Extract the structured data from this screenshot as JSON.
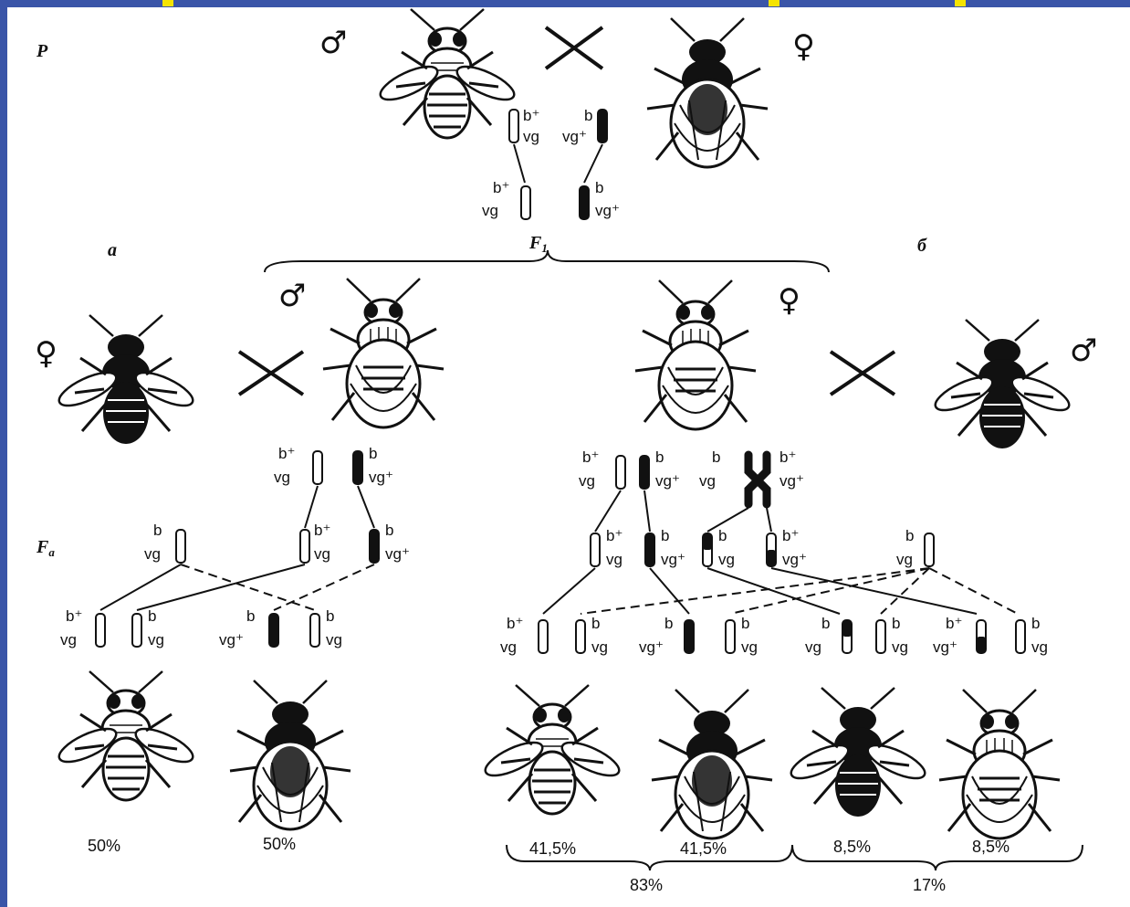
{
  "labels": {
    "parental": "P",
    "f1": "F",
    "f1_sub": "1",
    "fa": "F",
    "fa_sub": "a",
    "cross_a": "а",
    "cross_b": "б"
  },
  "symbols": {
    "male": "♂",
    "female": "♀"
  },
  "alleles": {
    "b_plus": "b⁺",
    "b": "b",
    "vg": "vg",
    "vg_plus": "vg⁺"
  },
  "results_a": [
    "50%",
    "50%"
  ],
  "results_b": [
    "41,5%",
    "41,5%",
    "8,5%",
    "8,5%"
  ],
  "totals_b": [
    "83%",
    "17%"
  ],
  "colors": {
    "background": "#3a55a8",
    "highlight": "#f5e400",
    "ink": "#111111",
    "paper": "#ffffff"
  }
}
